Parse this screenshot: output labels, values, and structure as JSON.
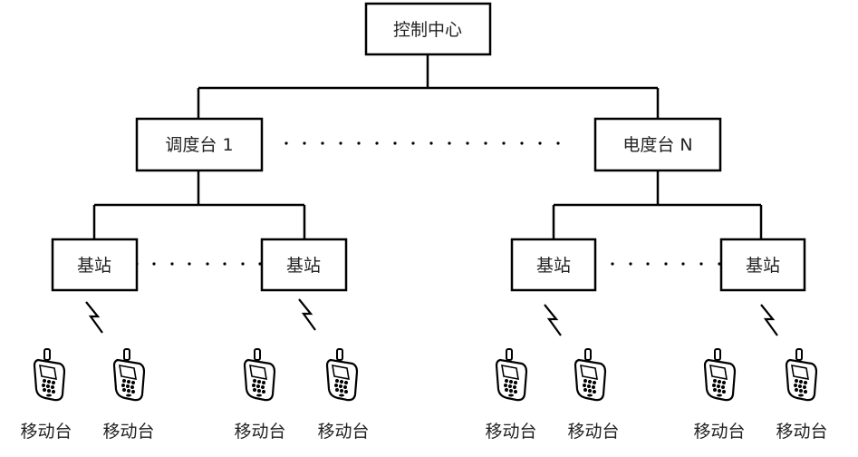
{
  "diagram": {
    "type": "hierarchy",
    "root": {
      "label": "控制中心"
    },
    "dispatchers": [
      {
        "label": "调度台 1"
      },
      {
        "label": "电度台 N"
      }
    ],
    "base_stations": [
      {
        "label": "基站"
      },
      {
        "label": "基站"
      },
      {
        "label": "基站"
      },
      {
        "label": "基站"
      }
    ],
    "mobiles": [
      {
        "label": "移动台"
      },
      {
        "label": "移动台"
      },
      {
        "label": "移动台"
      },
      {
        "label": "移动台"
      },
      {
        "label": "移动台"
      },
      {
        "label": "移动台"
      },
      {
        "label": "移动台"
      },
      {
        "label": "移动台"
      }
    ],
    "icons": {
      "wireless_link": "lightning-bolt-icon",
      "mobile": "mobile-phone-icon"
    },
    "colors": {
      "line": "#000000",
      "box_fill": "#ffffff",
      "text": "#222222"
    }
  }
}
